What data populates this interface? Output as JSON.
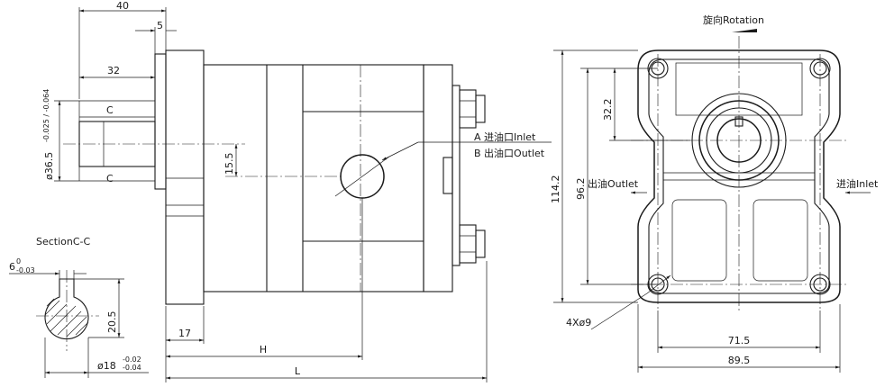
{
  "drawing": {
    "side_view": {
      "dim_shaft_total": "40",
      "dim_flange": "5",
      "dim_shaft_len": "32",
      "section_mark_top": "C",
      "section_mark_bottom": "C",
      "dim_shaft_dia": "ø36.5",
      "dim_shaft_dia_tol": "-0.025 / -0.064",
      "dim_port_offset": "15.5",
      "port_a_label": "A  进油口Inlet",
      "port_b_label": "B  出油口Outlet",
      "dim_flange_thk": "17",
      "dim_h": "H",
      "dim_l": "L"
    },
    "section": {
      "title": "SectionC-C",
      "key_width": "6",
      "key_tol_upper": "0",
      "key_tol_lower": "-0.03",
      "key_height": "20.5",
      "shaft_dia": "ø18",
      "shaft_tol_upper": "-0.02",
      "shaft_tol_lower": "-0.04"
    },
    "front_view": {
      "rotation_label": "旋向Rotation",
      "dim_total_height": "114.2",
      "dim_bolt_height": "96.2",
      "dim_upper": "32.2",
      "outlet_label": "出油Outlet",
      "inlet_label": "进油Inlet",
      "holes_label": "4Xø9",
      "dim_bolt_width": "71.5",
      "dim_total_width": "89.5"
    }
  }
}
